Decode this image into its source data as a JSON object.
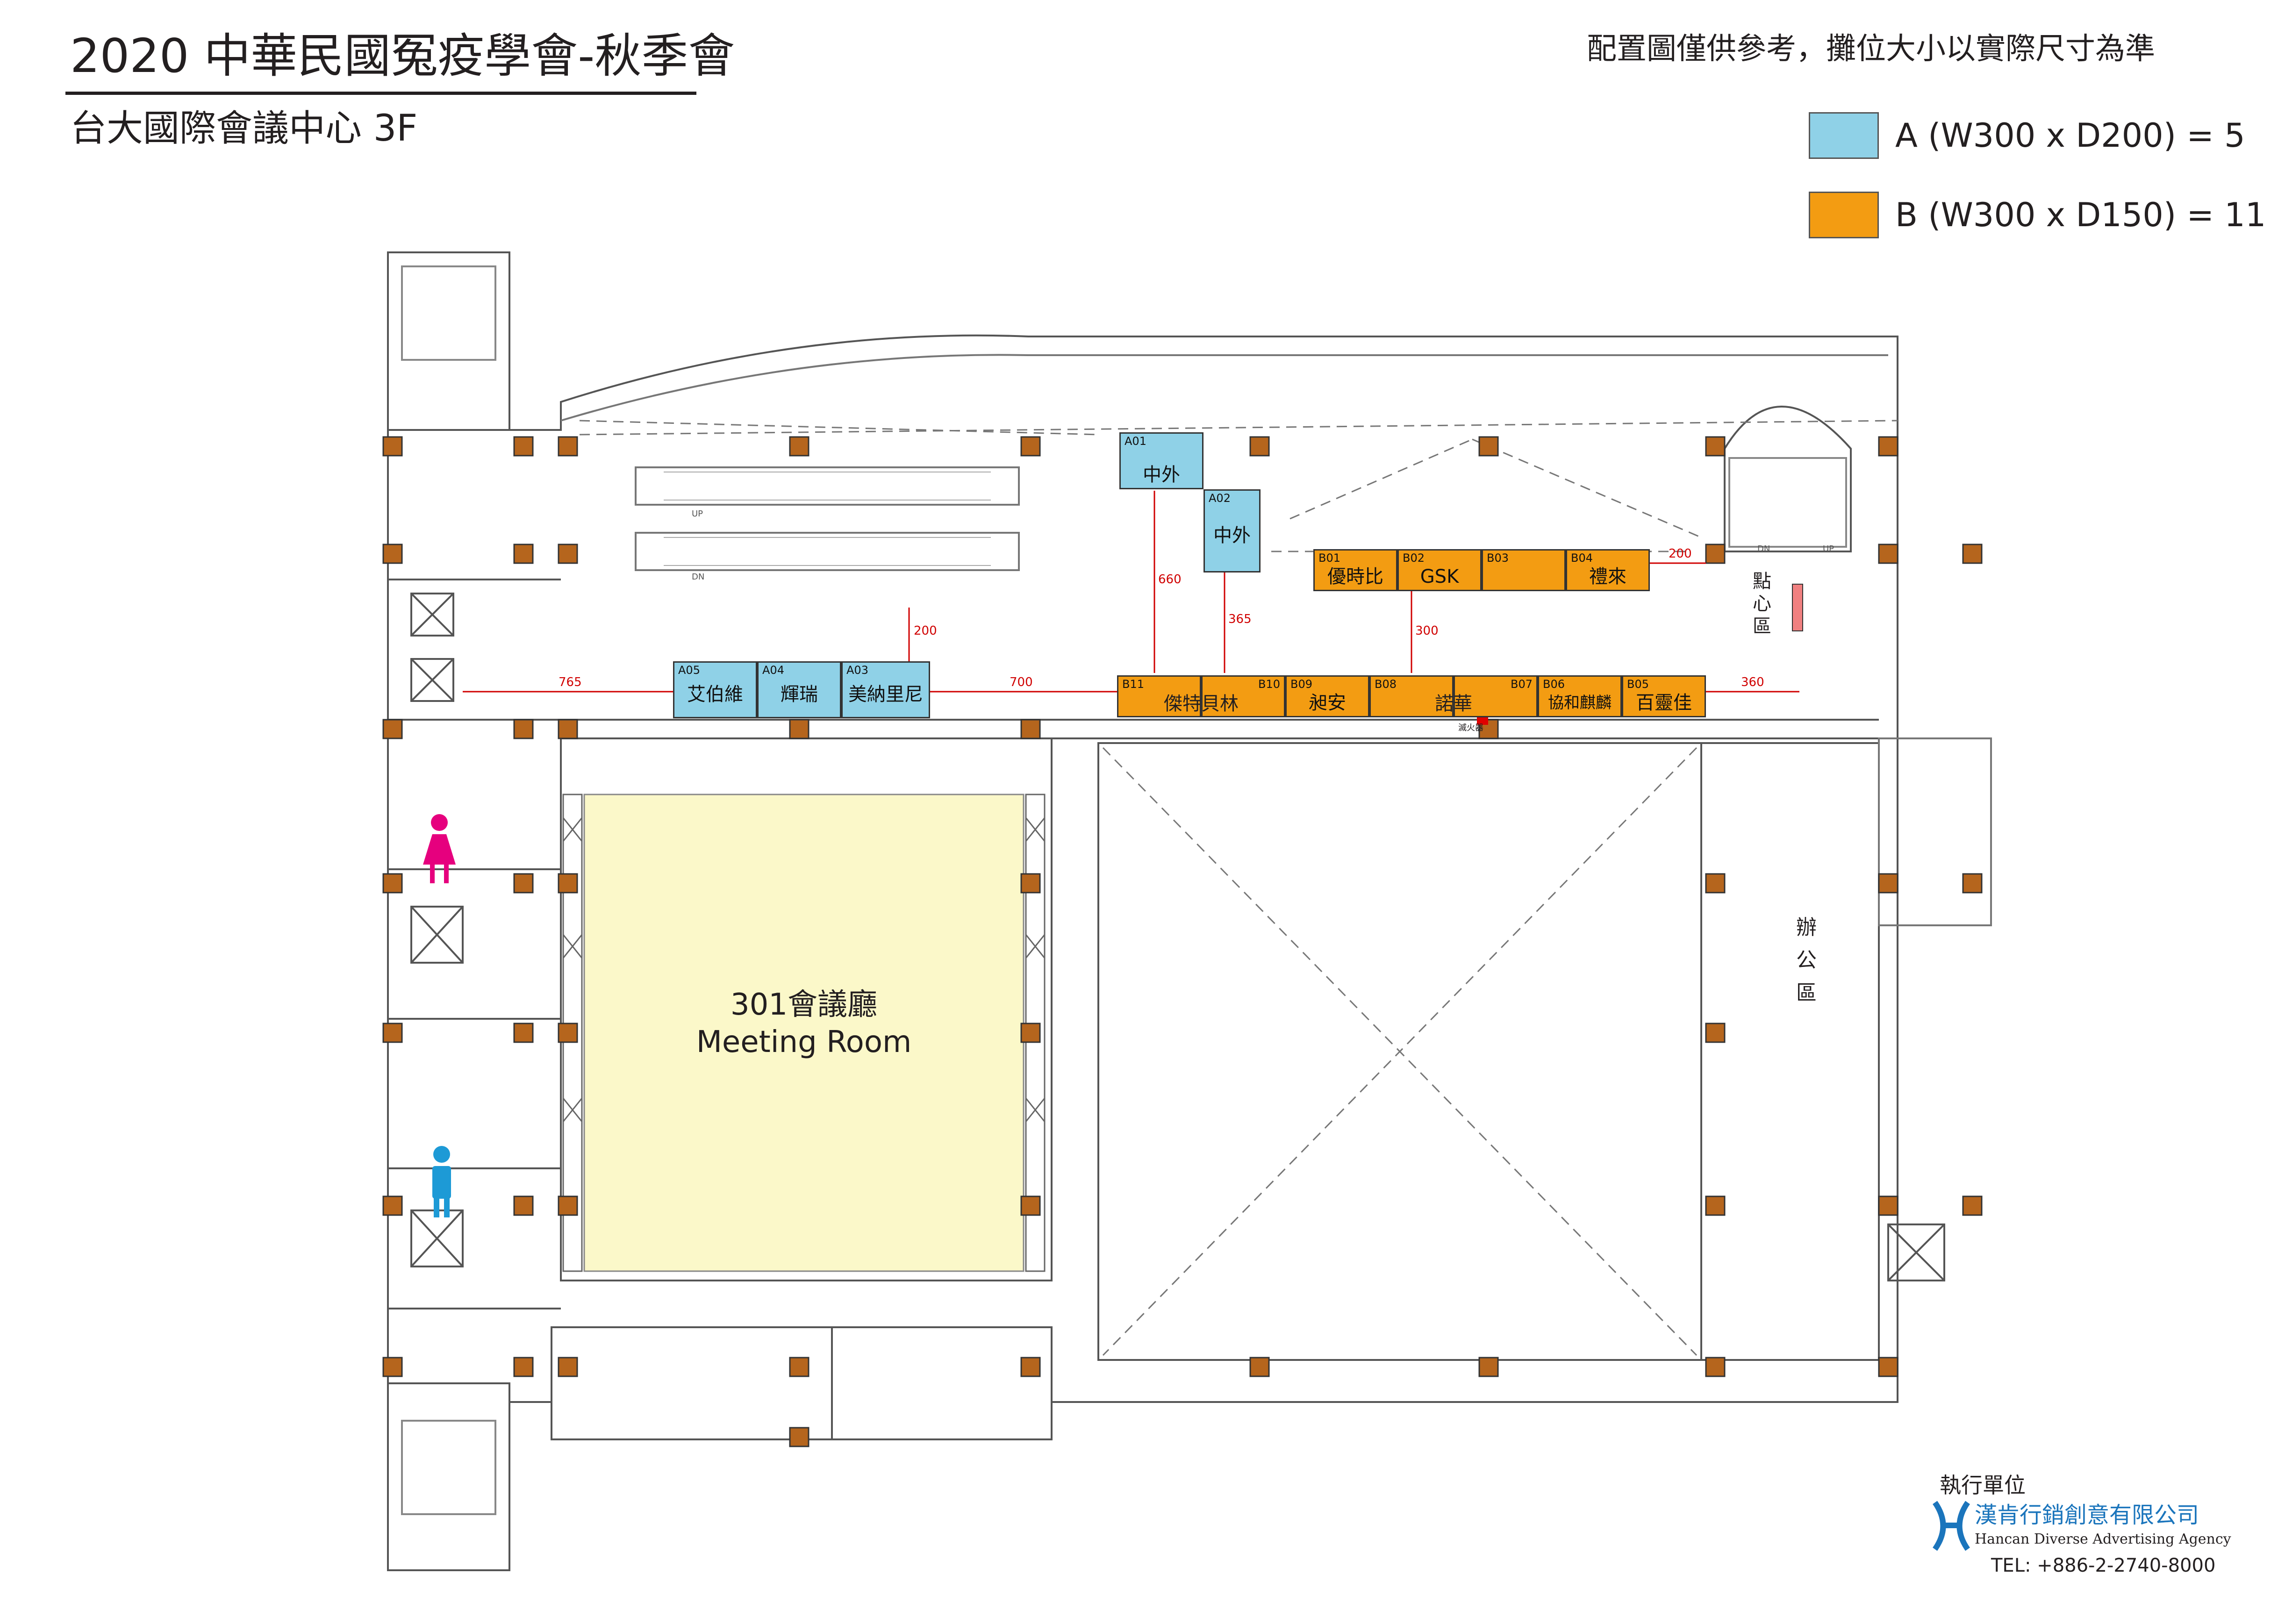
{
  "header": {
    "title": "2020 中華民國冤疫學會-秋季會",
    "subtitle": "台大國際會議中心 3F",
    "note": "配置圖僅供參考，攤位大小以實際尺寸為準"
  },
  "legend": [
    {
      "label": "A (W300 x D200) = 5",
      "color": "#8fd1e7"
    },
    {
      "label": "B (W300 x D150) = 11",
      "color": "#f39c12"
    }
  ],
  "booths": {
    "A01": {
      "id": "A01",
      "name": "中外"
    },
    "A02": {
      "id": "A02",
      "name": "中外"
    },
    "A03": {
      "id": "A03",
      "name": "美納里尼"
    },
    "A04": {
      "id": "A04",
      "name": "輝瑞"
    },
    "A05": {
      "id": "A05",
      "name": "艾伯維"
    },
    "B01": {
      "id": "B01",
      "name": "優時比"
    },
    "B02": {
      "id": "B02",
      "name": "GSK"
    },
    "B03": {
      "id": "B03",
      "name": ""
    },
    "B04": {
      "id": "B04",
      "name": "禮來"
    },
    "B05": {
      "id": "B05",
      "name": "百靈佳"
    },
    "B06": {
      "id": "B06",
      "name": "協和麒麟"
    },
    "B07": {
      "id": "B07",
      "name": ""
    },
    "B08": {
      "id": "B08",
      "name": "諾華"
    },
    "B09": {
      "id": "B09",
      "name": "昶安"
    },
    "B10": {
      "id": "B10",
      "name": ""
    },
    "B11": {
      "id": "B11",
      "name": "傑特貝林"
    }
  },
  "dimensions": {
    "d765": "765",
    "d700": "700",
    "d200a": "200",
    "d660": "660",
    "d365": "365",
    "d300": "300",
    "d200b": "200",
    "d360": "360"
  },
  "room": {
    "name_cn": "301會議廳",
    "name_en": "Meeting Room"
  },
  "labels": {
    "snack": "點心區",
    "office": "辦公區",
    "fire": "滅火器",
    "up": "UP",
    "dn": "DN"
  },
  "footer": {
    "exec_label": "執行單位",
    "agency_cn": "漢肯行銷創意有限公司",
    "agency_en": "Hancan Diverse Advertising Agency",
    "tel": "TEL: +886-2-2740-8000"
  },
  "colors": {
    "booth_a": "#8fd1e7",
    "booth_b": "#f39c12",
    "meeting_room": "#fbf8c9",
    "dimension": "#d00000",
    "pillar": "#a0522d",
    "female_icon": "#e6007e",
    "male_icon": "#1d9ad6"
  }
}
